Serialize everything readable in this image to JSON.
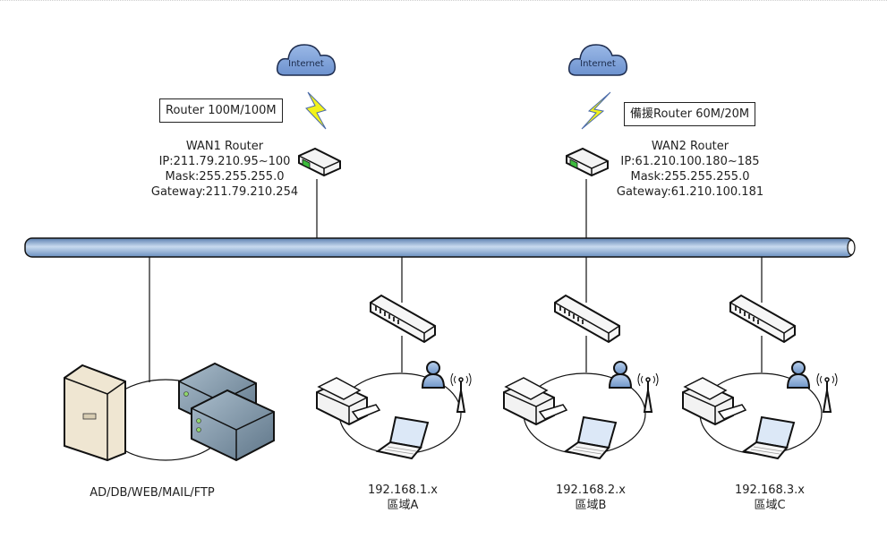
{
  "diagram": {
    "colors": {
      "cloud_fill": "#7fa1d8",
      "bus_fill": "#9cbbdf",
      "lightning": "#f2f21b",
      "server_gray": "#8b9fb0",
      "tower_beige": "#efe6d2",
      "user_blue": "#8fb0d8"
    },
    "wan1": {
      "cloud_label": "Internet",
      "speed_label": "Router 100M/100M",
      "title": "WAN1 Router",
      "ip": "IP:211.79.210.95~100",
      "mask": "Mask:255.255.255.0",
      "gateway": "Gateway:211.79.210.254"
    },
    "wan2": {
      "cloud_label": "Internet",
      "speed_label": "備援Router 60M/20M",
      "title": "WAN2 Router",
      "ip": "IP:61.210.100.180~185",
      "mask": "Mask:255.255.255.0",
      "gateway": "Gateway:61.210.100.181"
    },
    "servers": {
      "label": "AD/DB/WEB/MAIL/FTP"
    },
    "zones": [
      {
        "subnet": "192.168.1.x",
        "name": "區域A"
      },
      {
        "subnet": "192.168.2.x",
        "name": "區域B"
      },
      {
        "subnet": "192.168.3.x",
        "name": "區域C"
      }
    ]
  }
}
